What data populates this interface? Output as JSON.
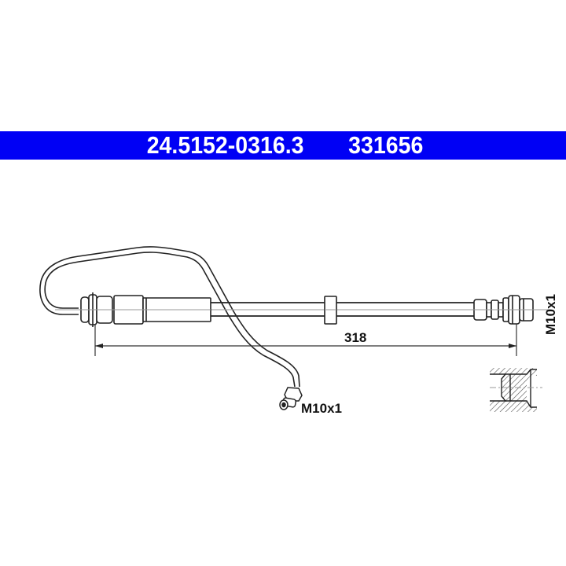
{
  "header": {
    "part_number": "24.5152-0316.3",
    "article_number": "331656",
    "background_color": "#0000f5",
    "text_color": "#ffffff"
  },
  "drawing": {
    "dimension_length": "318",
    "thread_left_fitting": "M10x1",
    "thread_right_fitting": "M10x1",
    "line_color": "#222222",
    "components": [
      "brake-hose",
      "metal-brake-pipe",
      "left-crimp-fitting",
      "pipe-nut",
      "hose-clamp",
      "right-banjo-fitting",
      "thread-section-detail"
    ]
  }
}
